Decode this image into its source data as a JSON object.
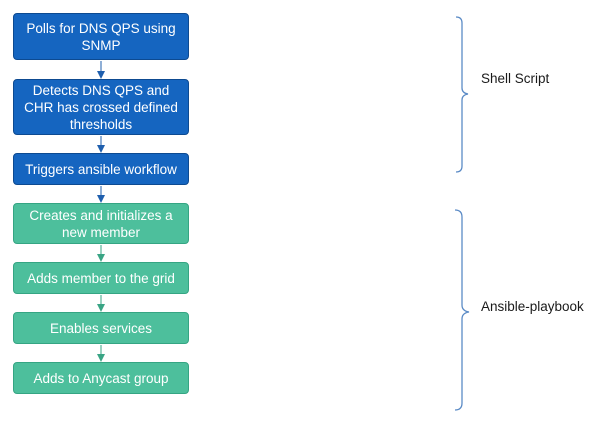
{
  "flow": {
    "steps": [
      {
        "label": "Polls for DNS QPS using SNMP",
        "color": "#1565c0"
      },
      {
        "label": "Detects DNS QPS and CHR has crossed defined thresholds",
        "color": "#1565c0"
      },
      {
        "label": "Triggers ansible workflow",
        "color": "#1565c0"
      },
      {
        "label": "Creates and initializes a new member",
        "color": "#4dbf9c"
      },
      {
        "label": "Adds member to the grid",
        "color": "#4dbf9c"
      },
      {
        "label": "Enables services",
        "color": "#4dbf9c"
      },
      {
        "label": "Adds to Anycast group",
        "color": "#4dbf9c"
      }
    ]
  },
  "groups": {
    "shell": {
      "label": "Shell Script"
    },
    "ansible": {
      "label": "Ansible-playbook"
    }
  },
  "colors": {
    "blue_arrow": "#1f5fae",
    "teal_arrow": "#3aa585",
    "bracket": "#5b8bc6"
  }
}
